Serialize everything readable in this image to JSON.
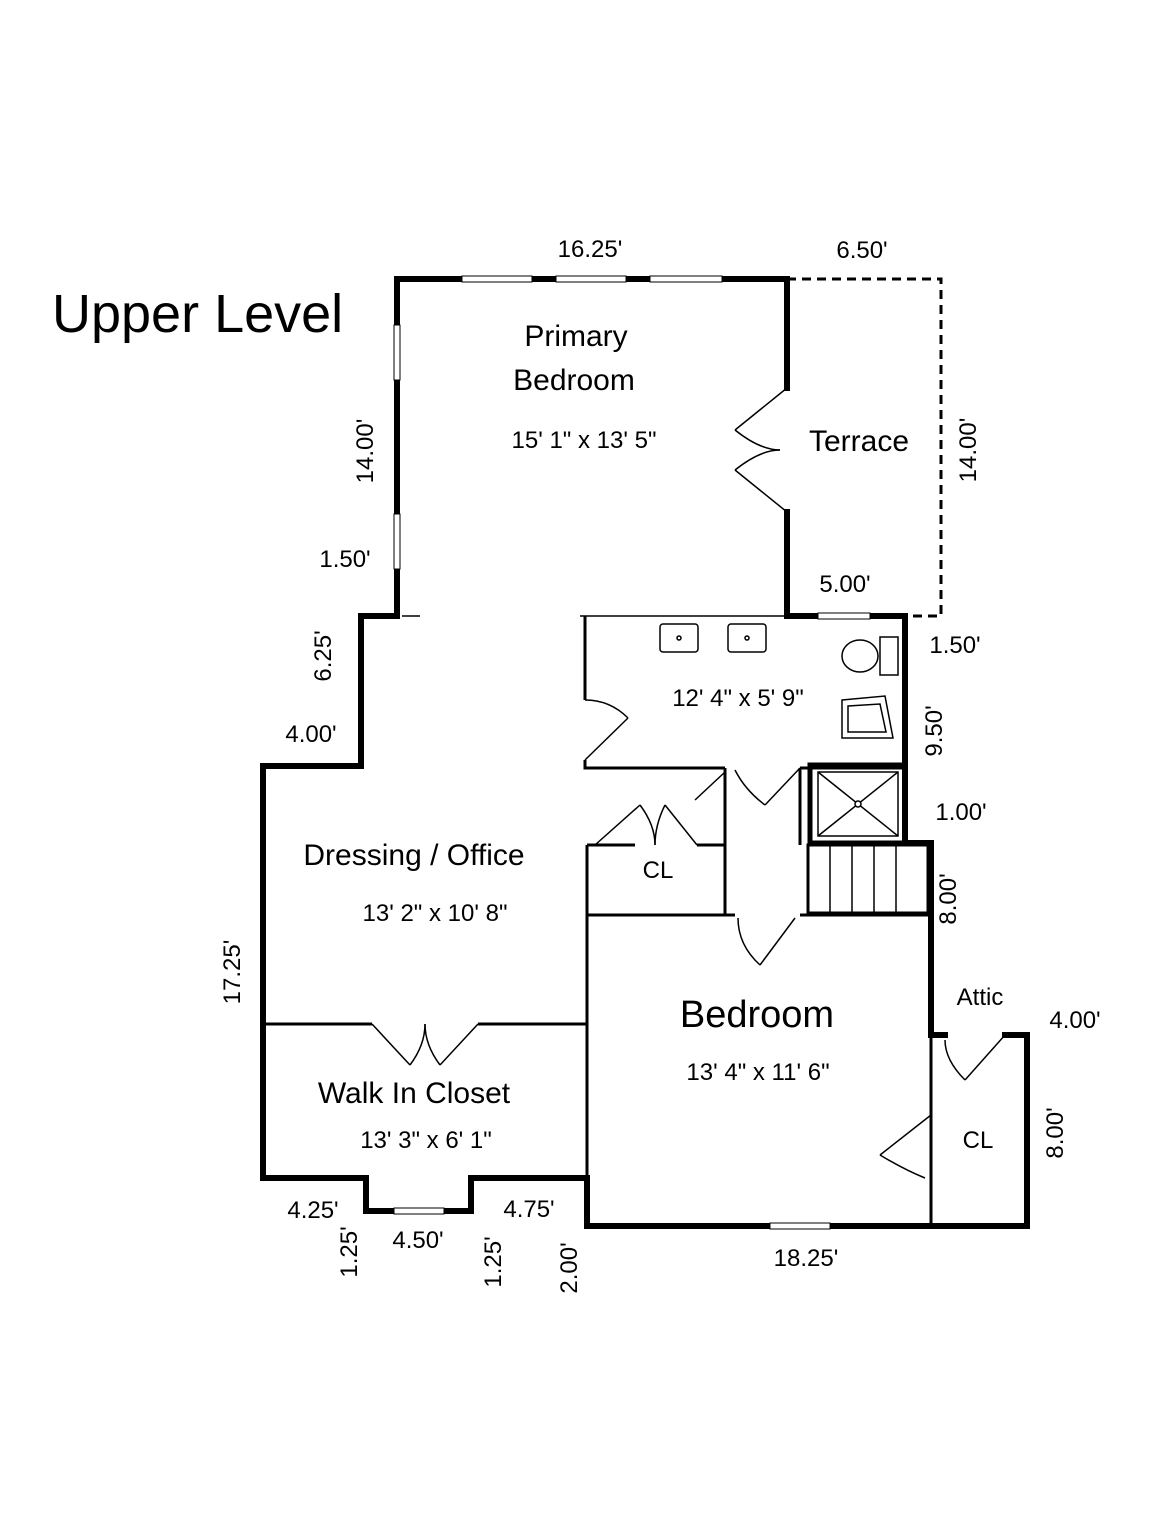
{
  "title": "Upper Level",
  "rooms": {
    "primary_bedroom": {
      "name_line1": "Primary",
      "name_line2": "Bedroom",
      "size": "15' 1\" x 13' 5\""
    },
    "terrace": {
      "name": "Terrace"
    },
    "bathroom": {
      "size": "12' 4\" x 5' 9\""
    },
    "dressing_office": {
      "name": "Dressing / Office",
      "size": "13' 2\" x 10' 8\""
    },
    "closet_upper": {
      "name": "CL"
    },
    "bedroom": {
      "name": "Bedroom",
      "size": "13' 4\" x 11' 6\""
    },
    "attic": {
      "name": "Attic"
    },
    "closet_attic": {
      "name": "CL"
    },
    "walk_in_closet": {
      "name": "Walk In Closet",
      "size": "13' 3\" x 6' 1\""
    }
  },
  "dimensions": {
    "primary_top": "16.25'",
    "terrace_top": "6.50'",
    "primary_left": "14.00'",
    "terrace_right": "14.00'",
    "primary_left_lower": "1.50'",
    "terrace_bottom": "5.00'",
    "dressing_upper_left": "6.25'",
    "bath_right_top": "1.50'",
    "dressing_step": "4.00'",
    "bath_right": "9.50'",
    "bath_right_lower": "1.00'",
    "stair_right": "8.00'",
    "dressing_left": "17.25'",
    "attic_top": "4.00'",
    "attic_right": "8.00'",
    "wic_bottom_left": "4.25'",
    "wic_bottom_right": "4.75'",
    "bay_left": "1.25'",
    "bay_bottom": "4.50'",
    "bay_right": "1.25'",
    "bedroom_step": "2.00'",
    "bedroom_bottom": "18.25'"
  }
}
